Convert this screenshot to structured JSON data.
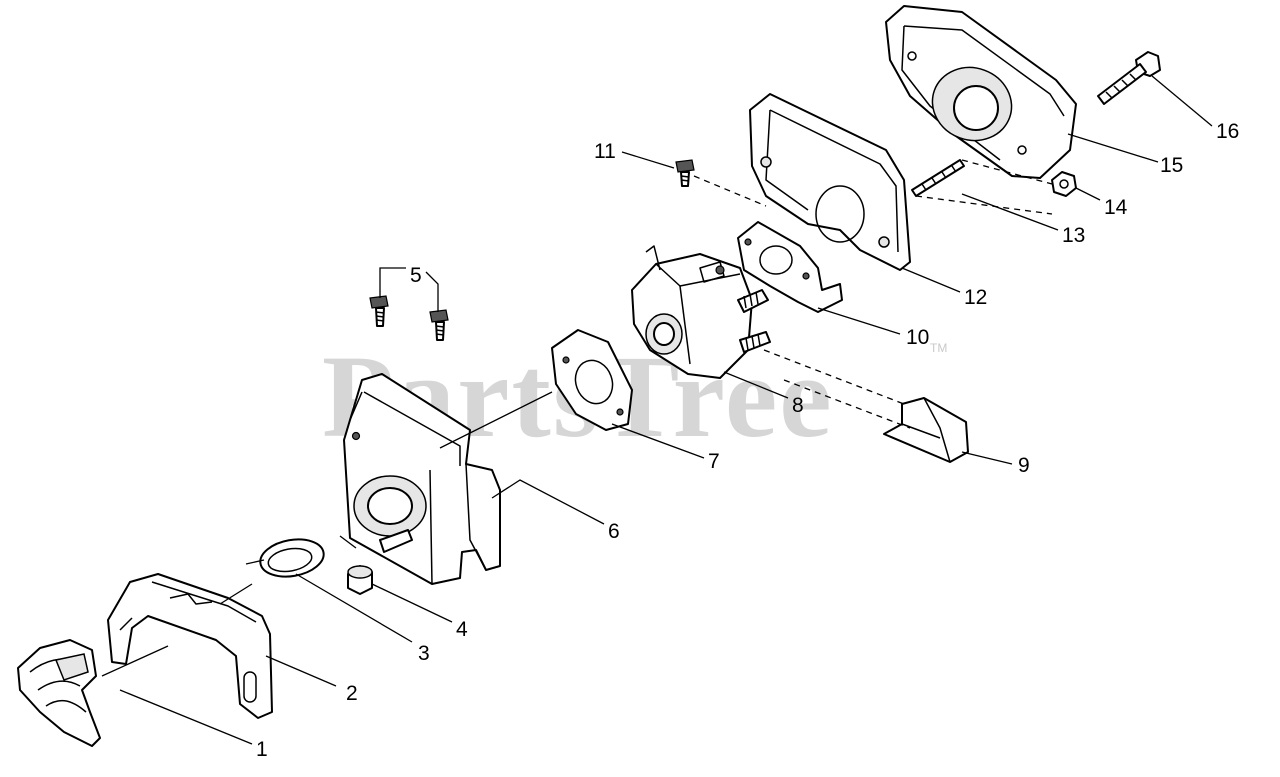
{
  "watermark": {
    "text": "PartsTree",
    "trademark": "TM"
  },
  "callouts": {
    "c1": "1",
    "c2": "2",
    "c3": "3",
    "c4": "4",
    "c5": "5",
    "c6": "6",
    "c7": "7",
    "c8": "8",
    "c9": "9",
    "c10": "10",
    "c11": "11",
    "c12": "12",
    "c13": "13",
    "c14": "14",
    "c15": "15",
    "c16": "16"
  }
}
